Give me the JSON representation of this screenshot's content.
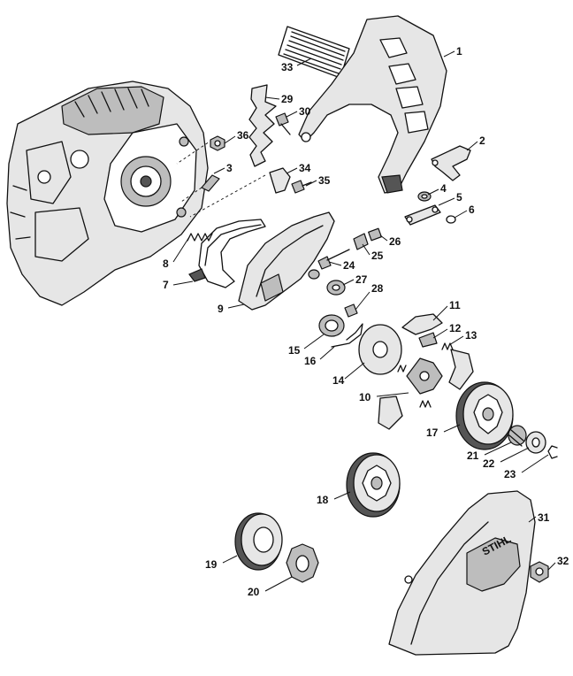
{
  "labels": [
    {
      "id": "1",
      "text": "1"
    },
    {
      "id": "2",
      "text": "2"
    },
    {
      "id": "3",
      "text": "3"
    },
    {
      "id": "4",
      "text": "4"
    },
    {
      "id": "5",
      "text": "5"
    },
    {
      "id": "6",
      "text": "6"
    },
    {
      "id": "7",
      "text": "7"
    },
    {
      "id": "8",
      "text": "8"
    },
    {
      "id": "9",
      "text": "9"
    },
    {
      "id": "10",
      "text": "10"
    },
    {
      "id": "11",
      "text": "11"
    },
    {
      "id": "12",
      "text": "12"
    },
    {
      "id": "13",
      "text": "13"
    },
    {
      "id": "14",
      "text": "14"
    },
    {
      "id": "15",
      "text": "15"
    },
    {
      "id": "16",
      "text": "16"
    },
    {
      "id": "17",
      "text": "17"
    },
    {
      "id": "18",
      "text": "18"
    },
    {
      "id": "19",
      "text": "19"
    },
    {
      "id": "20",
      "text": "20"
    },
    {
      "id": "21",
      "text": "21"
    },
    {
      "id": "22",
      "text": "22"
    },
    {
      "id": "23",
      "text": "23"
    },
    {
      "id": "24",
      "text": "24"
    },
    {
      "id": "25",
      "text": "25"
    },
    {
      "id": "26",
      "text": "26"
    },
    {
      "id": "27",
      "text": "27"
    },
    {
      "id": "28",
      "text": "28"
    },
    {
      "id": "29",
      "text": "29"
    },
    {
      "id": "30",
      "text": "30"
    },
    {
      "id": "31",
      "text": "31"
    },
    {
      "id": "32",
      "text": "32"
    },
    {
      "id": "33",
      "text": "33"
    },
    {
      "id": "34",
      "text": "34"
    },
    {
      "id": "35",
      "text": "35"
    },
    {
      "id": "36",
      "text": "36"
    }
  ],
  "logo": {
    "text": "STIHL"
  },
  "colors": {
    "ink": "#111111",
    "background": "#ffffff",
    "shade": "#bdbdbd"
  }
}
